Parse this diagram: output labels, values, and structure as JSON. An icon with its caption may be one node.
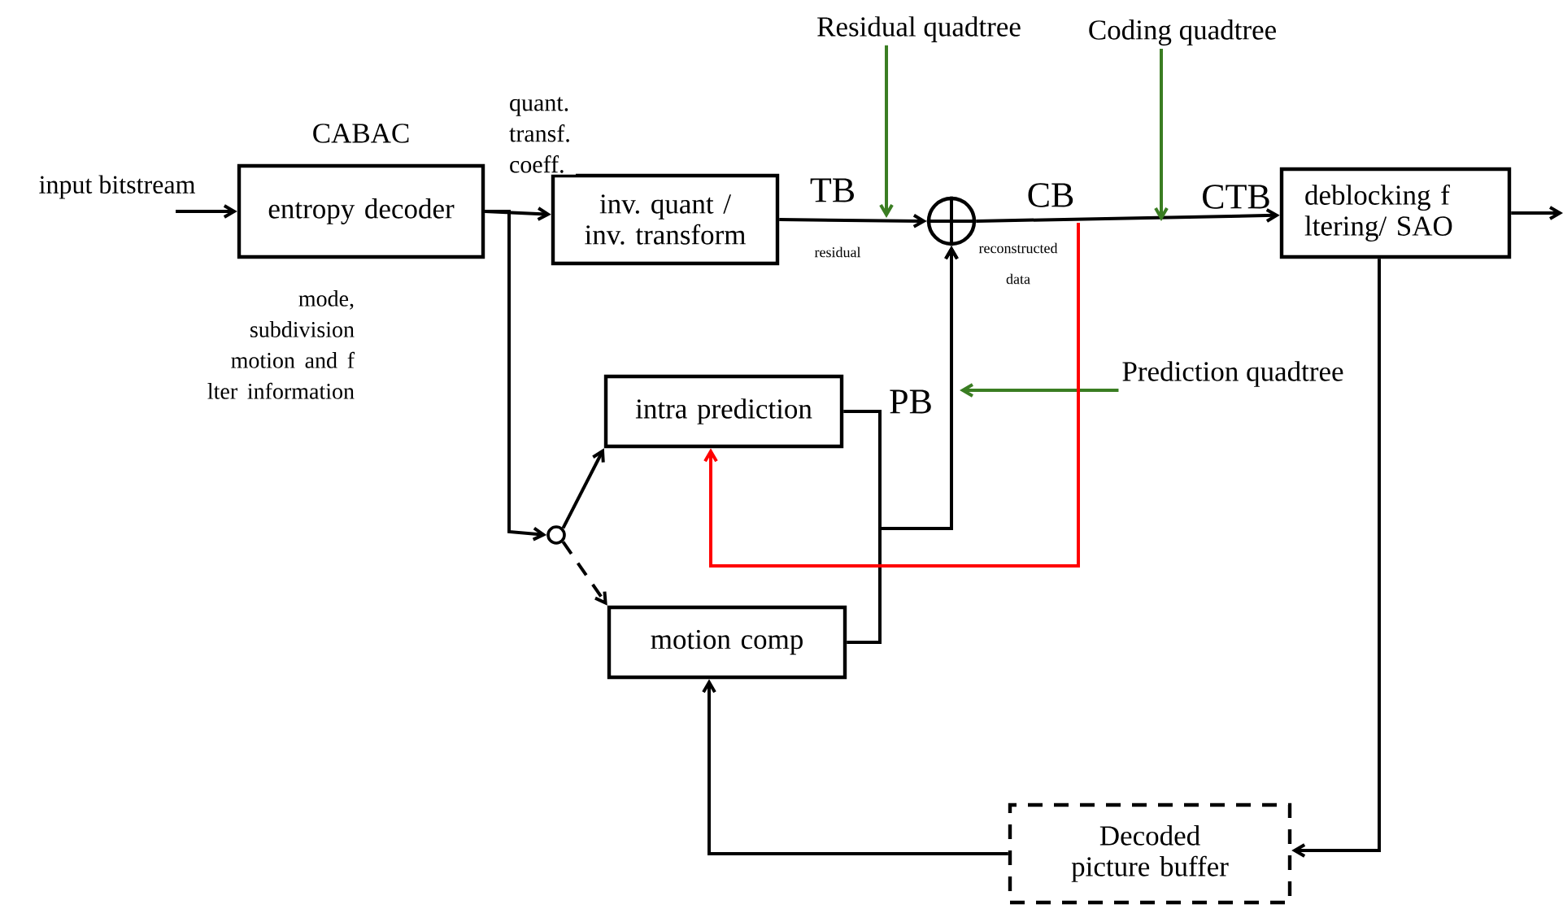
{
  "diagram": {
    "nodes": [
      {
        "text": [
          "entropy decoder"
        ],
        "beside": [
          "CABAC"
        ]
      },
      {
        "text": [
          "inv. quant / inv. transform"
        ]
      },
      {
        "text": [],
        "shape": "circle"
      },
      {
        "text": [
          "deblocking f ltering/ SAO"
        ]
      },
      {
        "text": [
          "intra prediction"
        ]
      },
      {
        "text": [],
        "shape": "circle"
      },
      {
        "text": [
          "motion comp"
        ]
      },
      {
        "text": [
          "Decoded picture buffer"
        ]
      },
      {
        "text": [
          "Residual quadtree"
        ]
      },
      {
        "text": [
          "Coding quadtree"
        ]
      },
      {
        "text": [
          "Prediction quadtree"
        ]
      }
    ],
    "edges": [
      {
        "from": null,
        "to": 0,
        "arrow": "to",
        "label": "input bitstream"
      },
      {
        "from": 0,
        "to": 1,
        "arrow": "to",
        "label": "quant. transf. coeff."
      },
      {
        "from": 0,
        "to": 5,
        "arrow": "to"
      },
      {
        "from": 5,
        "to": 4,
        "arrow": "to"
      },
      {
        "from": 5,
        "to": 6,
        "arrow": "to",
        "style": "dashed"
      },
      {
        "from": 1,
        "to": 2,
        "arrow": "to",
        "label": "TB"
      },
      {
        "from": 2,
        "to": 3,
        "arrow": "to",
        "label": "CB"
      },
      {
        "from": 4,
        "to": 2,
        "arrow": "to"
      },
      {
        "from": 6,
        "to": 2,
        "arrow": "to"
      },
      {
        "from": 8,
        "to": null,
        "arrow": "to",
        "color": "#3a7d22"
      },
      {
        "from": 9,
        "to": null,
        "arrow": "to",
        "color": "#3a7d22"
      },
      {
        "from": 10,
        "to": null,
        "arrow": "to",
        "color": "#3a7d22"
      },
      {
        "from": null,
        "to": 4,
        "arrow": "to",
        "color": "#ff0000"
      },
      {
        "from": 3,
        "to": null,
        "arrow": "to"
      },
      {
        "from": 3,
        "to": 7,
        "arrow": "to"
      },
      {
        "from": 7,
        "to": 6,
        "arrow": "to"
      }
    ],
    "labels": [
      "mode, subdivision motion and f lter information",
      "residual",
      "reconstructed data",
      "CTB",
      "PB"
    ]
  }
}
